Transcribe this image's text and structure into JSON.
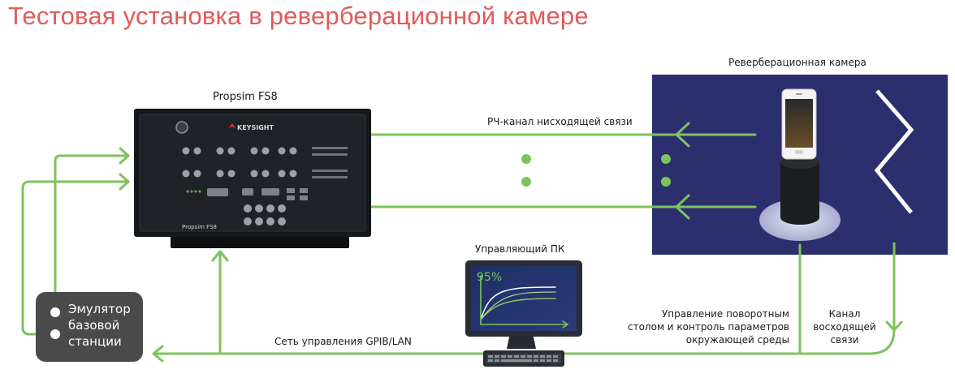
{
  "title": "Тестовая установка в реверберационной камере",
  "labels": {
    "propsim": "Propsim FS8",
    "chamber": "Реверберационная камера",
    "downlink": "РЧ-канал нисходящей связи",
    "pc": "Управляющий ПК",
    "turntable": [
      "Управление поворотным",
      "столом и контроль параметров",
      "окружающей среды"
    ],
    "uplink": [
      "Канал",
      "восходящей",
      "связи"
    ],
    "network": "Сеть управления GPIB/LAN",
    "emulator": [
      "Эмулятор",
      "базовой",
      "станции"
    ]
  },
  "device": {
    "brand": "KEYSIGHT",
    "front_label": "Propsim FS8"
  },
  "monitor": {
    "percent": "95%"
  },
  "colors": {
    "title": "#e15a5a",
    "link": "#7dc35b",
    "chamber_bg": "#2b2f6e",
    "device": "#15181b",
    "emulator": "#4a4a4a"
  }
}
